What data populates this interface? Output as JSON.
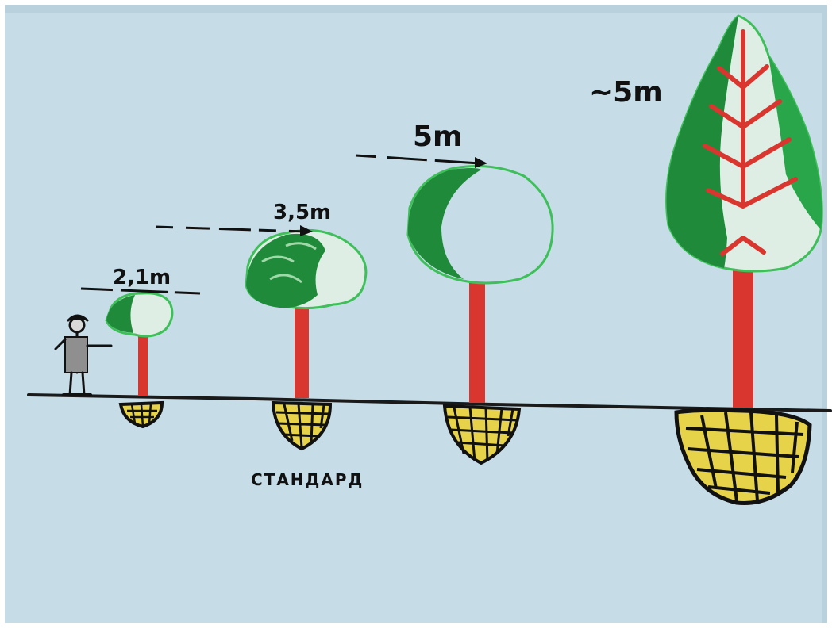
{
  "labels": {
    "tree1_width": "2,1m",
    "tree2_width": "3,5m",
    "tree3_width": "5m",
    "tree4_width": "~5m",
    "standard": "СТАНДАРД"
  },
  "colors": {
    "paper": "#c6dde8",
    "crown_dark": "#1f8a3a",
    "crown_light": "#3fbf5a",
    "trunk": "#d8362f",
    "rootball": "#e6d34a",
    "ink": "#111111"
  }
}
